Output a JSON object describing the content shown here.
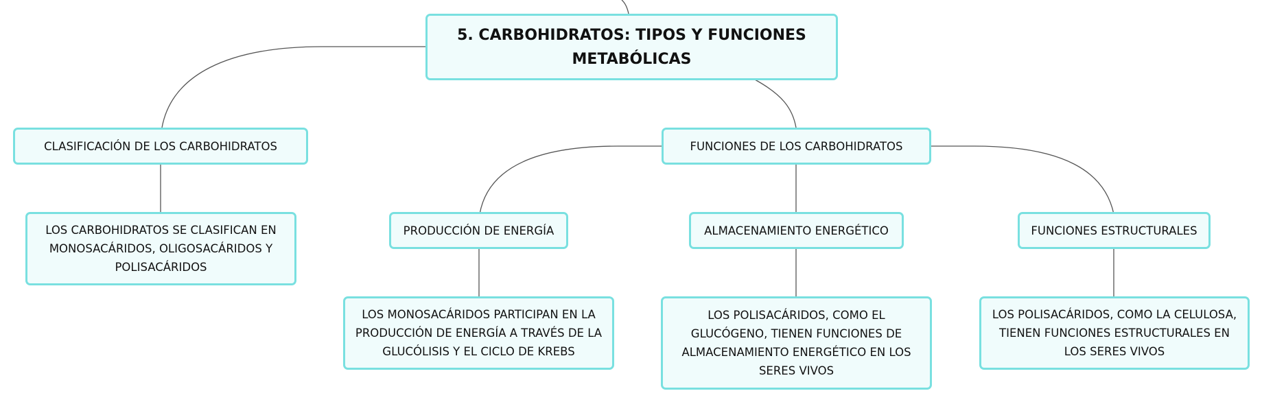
{
  "root": {
    "title": "5. CARBOHIDRATOS: TIPOS Y FUNCIONES METABÓLICAS"
  },
  "branches": {
    "classification": {
      "label": "CLASIFICACIÓN DE LOS CARBOHIDRATOS",
      "detail": "LOS CARBOHIDRATOS SE CLASIFICAN EN MONOSACÁRIDOS, OLIGOSACÁRIDOS Y POLISACÁRIDOS"
    },
    "functions": {
      "label": "FUNCIONES DE LOS CARBOHIDRATOS",
      "children": [
        {
          "label": "PRODUCCIÓN DE ENERGÍA",
          "detail": "LOS MONOSACÁRIDOS PARTICIPAN EN LA PRODUCCIÓN DE ENERGÍA A TRAVÉS DE LA GLUCÓLISIS Y EL CICLO DE KREBS"
        },
        {
          "label": "ALMACENAMIENTO ENERGÉTICO",
          "detail": "LOS POLISACÁRIDOS, COMO EL GLUCÓGENO, TIENEN FUNCIONES DE ALMACENAMIENTO ENERGÉTICO EN LOS SERES VIVOS"
        },
        {
          "label": "FUNCIONES ESTRUCTURALES",
          "detail": "LOS POLISACÁRIDOS, COMO LA CELULOSA, TIENEN FUNCIONES ESTRUCTURALES EN LOS SERES VIVOS"
        }
      ]
    }
  },
  "colors": {
    "node_border": "#79e0e0",
    "node_fill": "#f0fcfc",
    "connector": "#555555",
    "text": "#111111"
  }
}
